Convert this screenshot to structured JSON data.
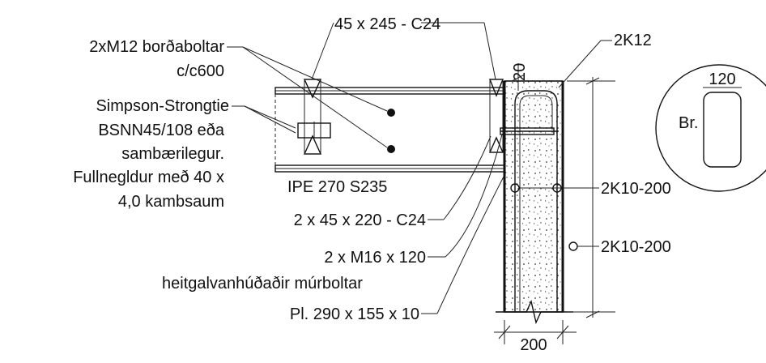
{
  "labels": {
    "bolts": "2xM12 borðaboltar",
    "bolt_spacing": "c/c600",
    "connector_1": "Simpson-Strongtie",
    "connector_2": "BSNN45/108 eða",
    "connector_3": "sambærilegur.",
    "nailing_1": "Fullnegldur með 40 x",
    "nailing_2": "4,0 kambsaum",
    "timber_top": "45 x 245 - C24",
    "beam": "IPE 270 S235",
    "timber_side": "2 x 45 x 220 - C24",
    "anchor_1": "2 x M16 x 120",
    "anchor_2": "heitgalvanhúðaðir múrboltar",
    "plate": "Pl. 290 x 155 x 10",
    "rebar_top": "2K12",
    "rebar_mid": "2K10-200",
    "rebar_low": "2K10-200",
    "dim_wall": "200",
    "dim_20": "20",
    "detail_120": "120",
    "detail_br": "Br."
  }
}
